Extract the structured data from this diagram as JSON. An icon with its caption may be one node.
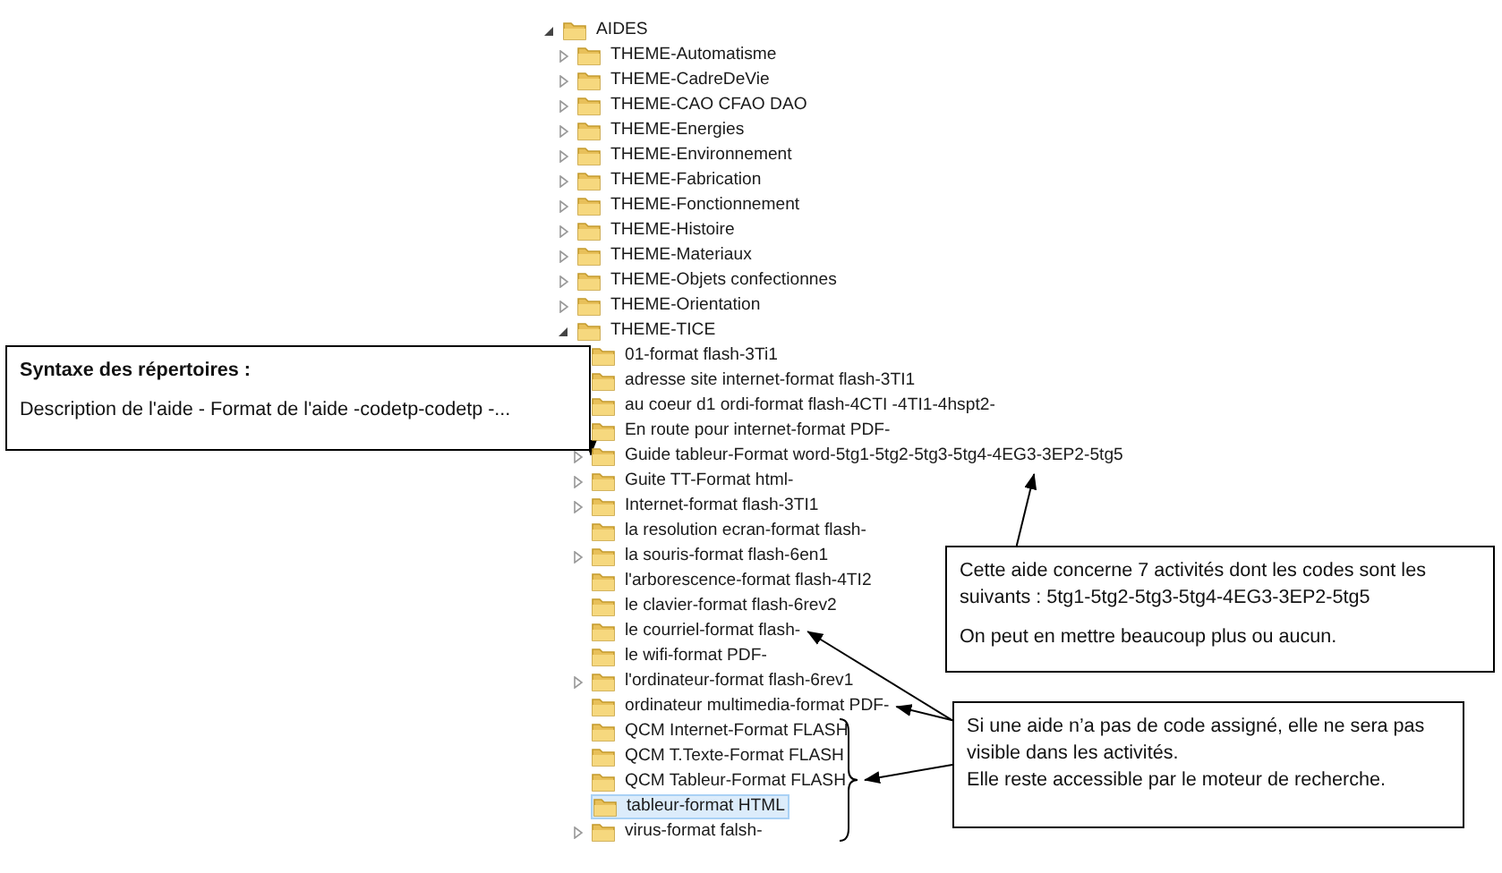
{
  "diagram": {
    "nodes": [
      {
        "text": [
          "Syntaxe des répertoires :",
          "Description de l'aide - Format de l'aide -codetp-codetp -..."
        ]
      },
      {
        "text": [
          "Guide tableur-Format word-5tg1-5tg2-5tg3-5tg4-4EG3-3EP2-5tg5"
        ]
      },
      {
        "text": [
          "Cette aide concerne 7 activités dont les codes sont les suivants : 5tg1-5tg2-5tg3-5tg4-4EG3-3EP2-5tg5",
          "On peut en mettre beaucoup plus ou aucun."
        ]
      },
      {
        "text": [
          "le courriel-format flash-"
        ]
      },
      {
        "text": [
          "ordinateur multimedia-format PDF-"
        ]
      },
      {
        "text": [
          "Si une aide n’a pas de code assigné, elle ne sera pas visible dans les activités.",
          "Elle reste accessible par le moteur de recherche."
        ]
      },
      {
        "text": [],
        "shape": "bracket"
      }
    ],
    "edges": [
      {
        "from": 0,
        "to": 1,
        "arrow": "to"
      },
      {
        "from": 2,
        "to": 1,
        "arrow": "to"
      },
      {
        "from": 5,
        "to": 3,
        "arrow": "to"
      },
      {
        "from": 5,
        "to": 4,
        "arrow": "to"
      },
      {
        "from": 5,
        "to": 6,
        "arrow": "to"
      }
    ],
    "labels": [
      "AIDES",
      "THEME-Automatisme",
      "THEME-CadreDeVie",
      "THEME-CAO CFAO DAO",
      "THEME-Energies",
      "THEME-Environnement",
      "THEME-Fabrication",
      "THEME-Fonctionnement",
      "THEME-Histoire",
      "THEME-Materiaux",
      "THEME-Objets confectionnes",
      "THEME-Orientation",
      "THEME-TICE",
      "01-format flash-3Ti1",
      "adresse site  internet-format flash-3TI1",
      "au coeur d1 ordi-format flash-4CTI -4TI1-4hspt2-",
      "En route pour internet-format PDF-",
      "Guite TT-Format html-",
      "Internet-format flash-3TI1",
      "la resolution ecran-format flash-",
      "la souris-format flash-6en1",
      "l'arborescence-format flash-4TI2",
      "le clavier-format flash-6rev2",
      "le wifi-format PDF-",
      "l'ordinateur-format flash-6rev1",
      "QCM Internet-Format FLASH",
      "QCM T.Texte-Format FLASH",
      "QCM Tableur-Format FLASH",
      "tableur-format HTML",
      "virus-format falsh-"
    ]
  }
}
